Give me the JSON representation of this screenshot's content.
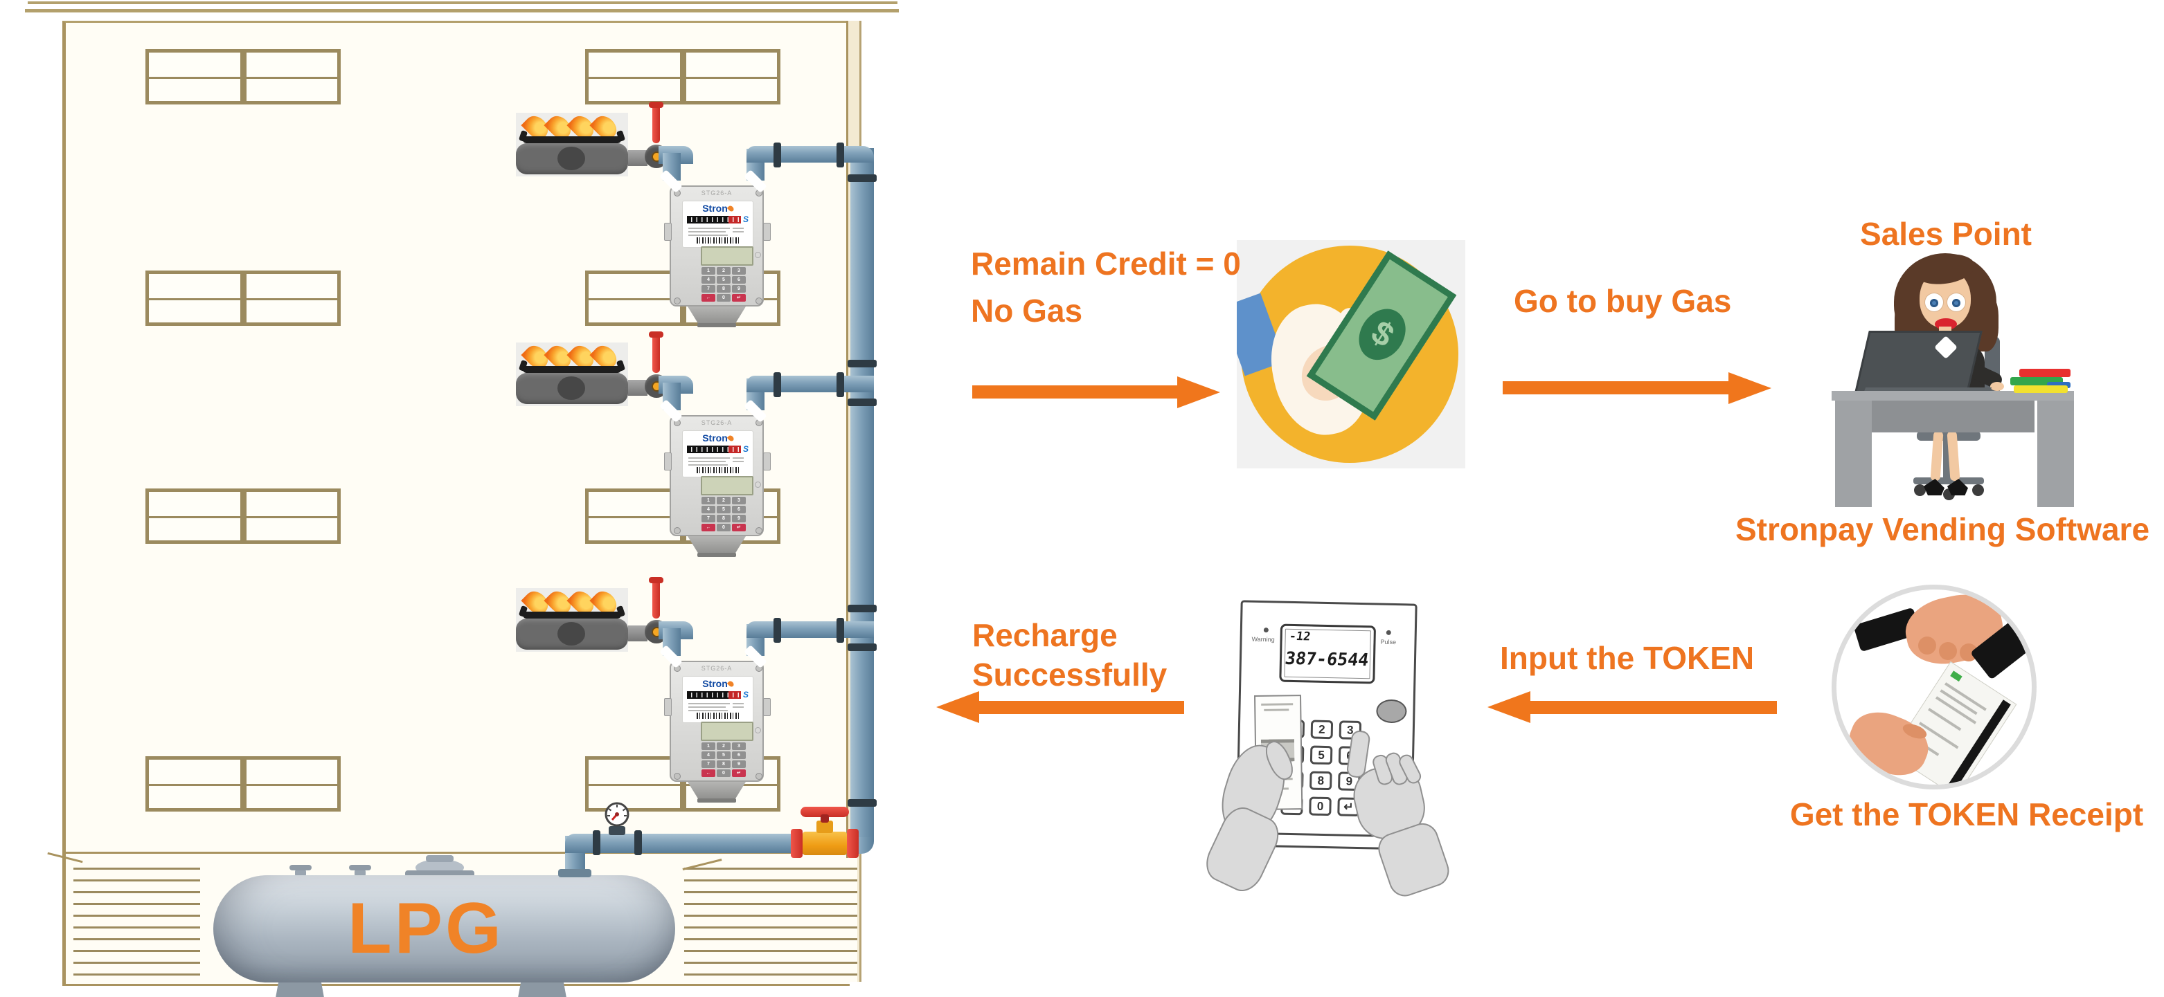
{
  "palette": {
    "accent_orange": "#ee7420",
    "arrow_orange": "#f0761c",
    "pipe_blue": "#7fa0b8",
    "valve_red": "#e23b2e",
    "valve_yellow": "#f3a81c",
    "tank_gray": "#aeb9c3",
    "money_yellow": "#f3b32c",
    "bill_green": "#88bd8c",
    "building_line": "#a9935f"
  },
  "building": {
    "tank_label": "LPG"
  },
  "meter": {
    "brand": "Stron",
    "model": "STG26-A",
    "logo_s": "S",
    "keys": [
      [
        "1",
        "2",
        "3"
      ],
      [
        "4",
        "5",
        "6"
      ],
      [
        "7",
        "8",
        "9"
      ],
      [
        "←",
        "0",
        "↵"
      ]
    ]
  },
  "device": {
    "display_small": "-12",
    "display_large": "387-6544",
    "warning_label": "Warning",
    "pulse_label": "Pulse",
    "keys": [
      [
        "",
        "2",
        "3"
      ],
      [
        "",
        "5",
        "6"
      ],
      [
        "",
        "8",
        "9"
      ],
      [
        "←",
        "0",
        "↵"
      ]
    ]
  },
  "flow": {
    "remain_credit": "Remain Credit = 0",
    "no_gas": "No Gas",
    "go_to_buy_gas": "Go to buy Gas",
    "sales_point": "Sales Point",
    "vending_software": "Stronpay Vending Software",
    "get_token_receipt": "Get the TOKEN Receipt",
    "input_token": "Input the TOKEN",
    "recharge_line1": "Recharge",
    "recharge_line2": "Successfully",
    "dollar_sign": "$"
  }
}
